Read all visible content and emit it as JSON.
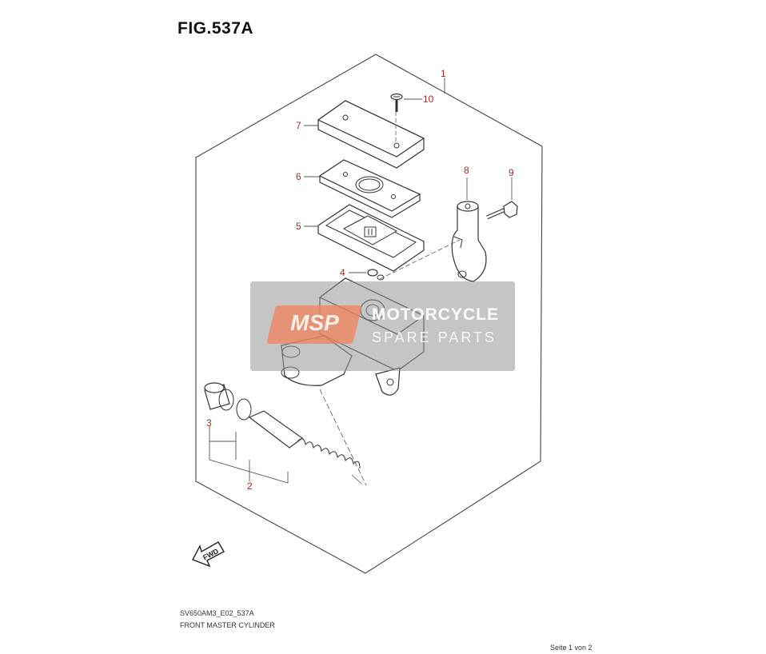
{
  "figure": {
    "title": "FIG.537A",
    "code": "SV650AM3_E02_537A",
    "description": "FRONT MASTER CYLINDER",
    "page": "Seite 1 von 2"
  },
  "callouts": [
    {
      "id": "1",
      "label": "1"
    },
    {
      "id": "2",
      "label": "2"
    },
    {
      "id": "3",
      "label": "3"
    },
    {
      "id": "4",
      "label": "4"
    },
    {
      "id": "5",
      "label": "5"
    },
    {
      "id": "6",
      "label": "6"
    },
    {
      "id": "7",
      "label": "7"
    },
    {
      "id": "8",
      "label": "8"
    },
    {
      "id": "9",
      "label": "9"
    },
    {
      "id": "10",
      "label": "10"
    }
  ],
  "fwd_label": "FWD",
  "watermark": {
    "logo": "MSP",
    "line1": "MOTORCYCLE",
    "line2": "SPARE PARTS"
  },
  "colors": {
    "callout": "#a52a2a",
    "line": "#333333",
    "watermark_bg": "#969696",
    "watermark_logo": "#f0825a"
  }
}
